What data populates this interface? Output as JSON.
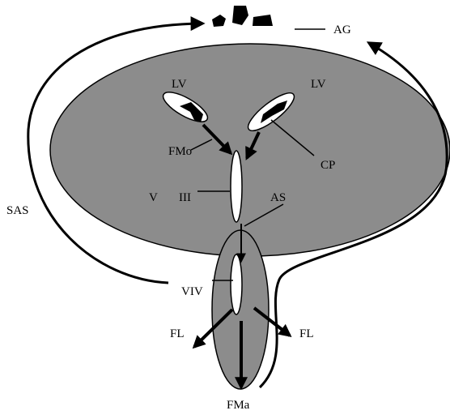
{
  "labels": {
    "ag": "AG",
    "lv_left": "LV",
    "lv_right": "LV",
    "fmo": "FMo",
    "cp": "CP",
    "v": "V",
    "iii": "III",
    "as": "AS",
    "sas": "SAS",
    "viv": "VIV",
    "fl_left": "FL",
    "fl_right": "FL",
    "fma": "FMa"
  },
  "colors": {
    "brain_fill": "#8c8c8c",
    "stroke": "#000000",
    "ventricle_fill": "#ffffff",
    "background": "#ffffff"
  }
}
